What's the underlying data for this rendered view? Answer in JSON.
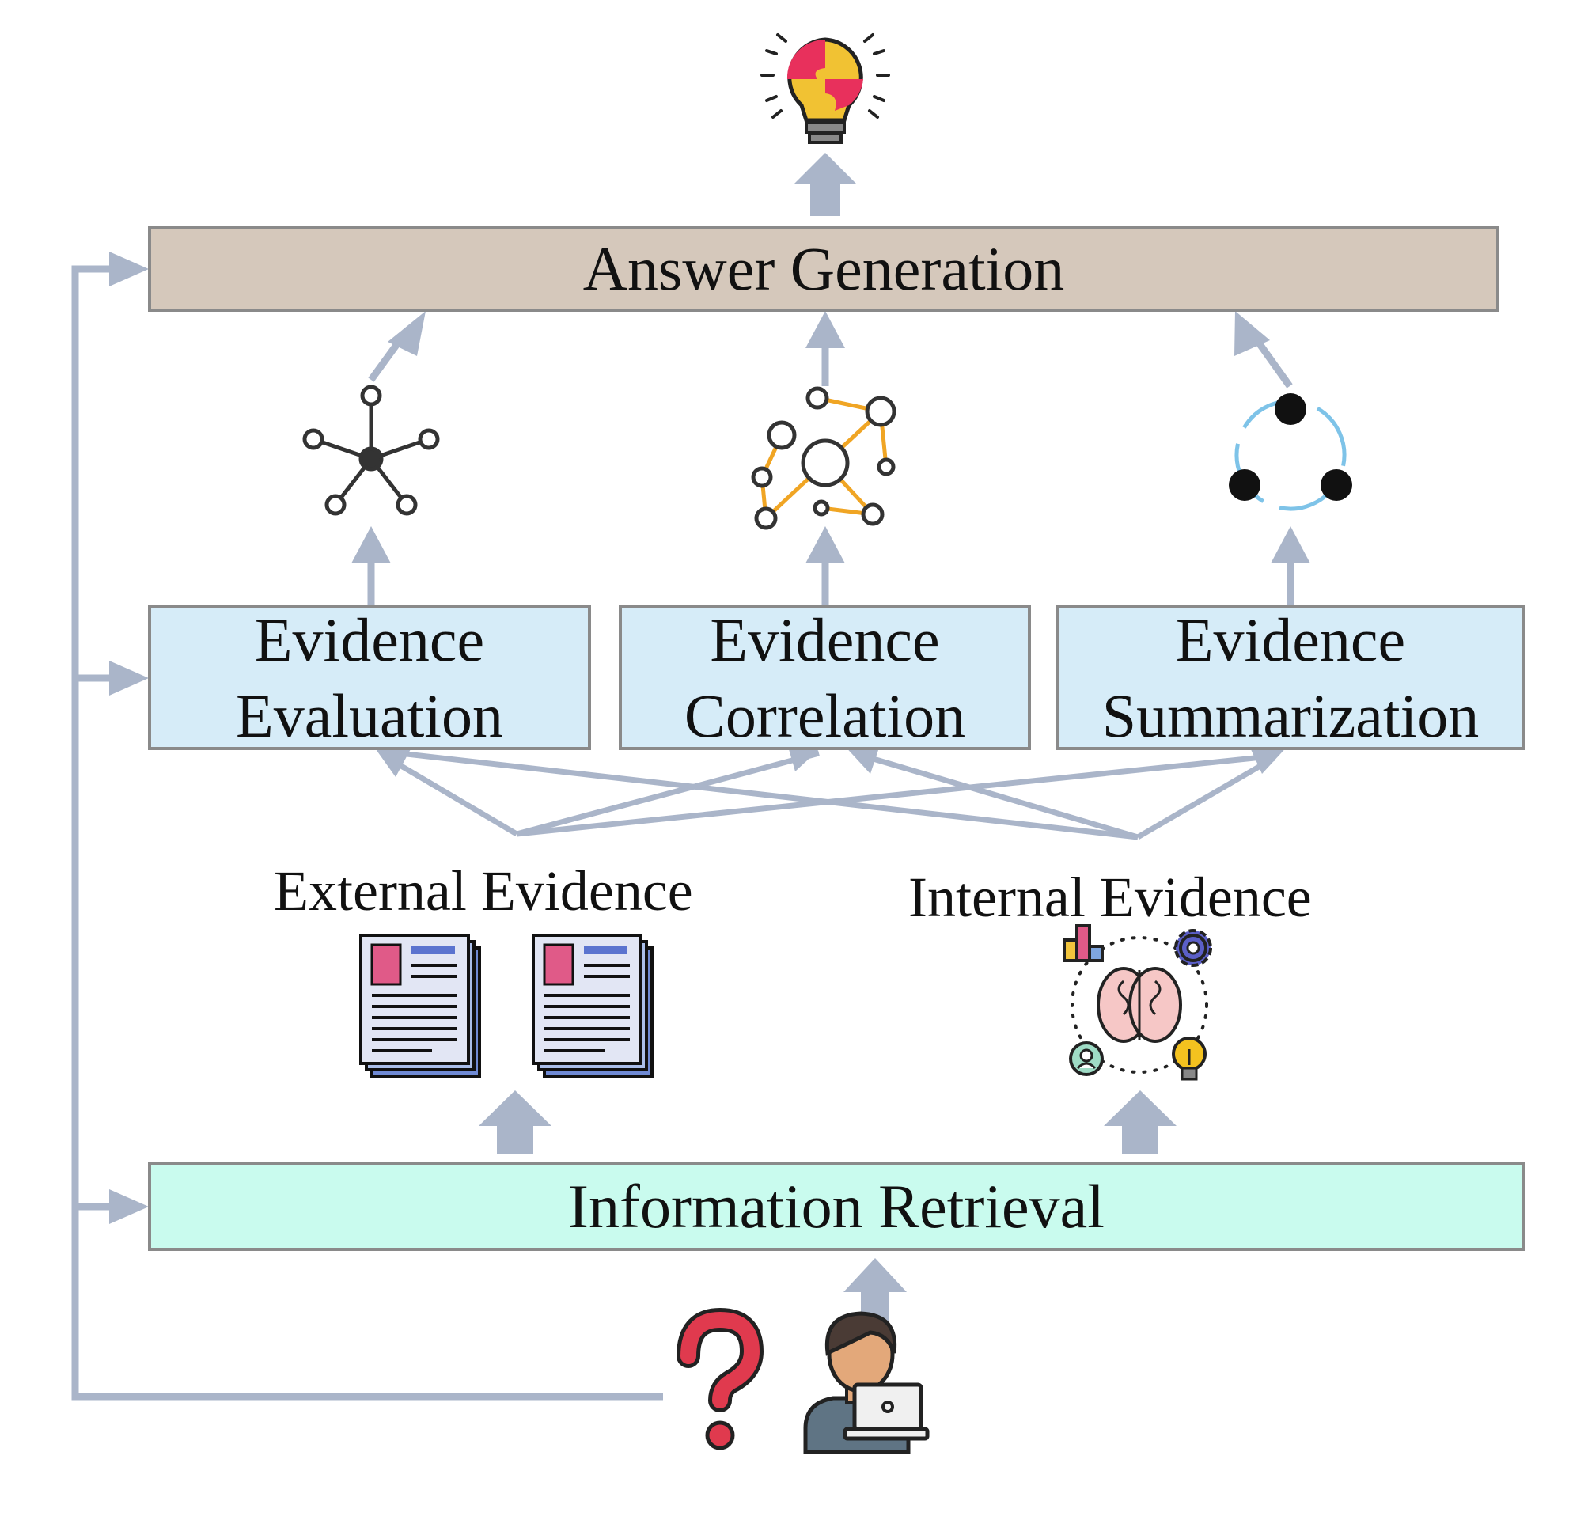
{
  "boxes": {
    "answer_generation": "Answer Generation",
    "evidence_evaluation": [
      "Evidence",
      "Evaluation"
    ],
    "evidence_correlation": [
      "Evidence",
      "Correlation"
    ],
    "evidence_summarization": [
      "Evidence",
      "Summarization"
    ],
    "information_retrieval": "Information Retrieval"
  },
  "labels": {
    "external_evidence": "External Evidence",
    "internal_evidence": "Internal Evidence"
  },
  "colors": {
    "arrow": "#aab5c9",
    "answer_box": "#d5c8bb",
    "evidence_box": "#d6ecf8",
    "retrieval_box": "#c9fbee",
    "border": "#8a8a8a"
  },
  "icons": {
    "top": "idea-lightbulb-icon",
    "evaluation": "hub-network-icon",
    "correlation": "graph-network-icon",
    "summarization": "cycle-dots-icon",
    "external": "documents-icon",
    "internal": "brain-knowledge-icon",
    "focus": "focus-target-icon",
    "search": "search-scan-icon",
    "question": "question-mark-icon",
    "user": "user-laptop-icon"
  }
}
